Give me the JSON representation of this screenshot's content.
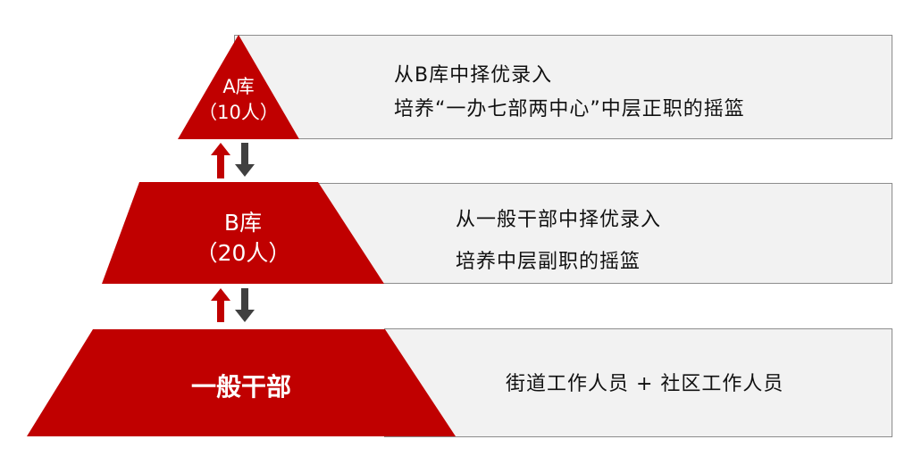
{
  "colors": {
    "tier": "#c00000",
    "panel_bg": "#f2f2f2",
    "panel_border": "#8c8c8c",
    "up_arrow": "#c00000",
    "down_arrow": "#404040"
  },
  "tiers": [
    {
      "title": "A库",
      "subtitle": "（10人）",
      "lines": [
        "从B库中择优录入",
        "培养“一办七部两中心”中层正职的摇篮"
      ]
    },
    {
      "title": "B库",
      "subtitle": "（20人）",
      "lines": [
        "从一般干部中择优录入",
        "培养中层副职的摇篮"
      ]
    },
    {
      "title": "一般干部",
      "subtitle": "",
      "lines": [
        "街道工作人员 + 社区工作人员"
      ]
    }
  ],
  "arrow_icons": [
    "up-arrow-icon",
    "down-arrow-icon"
  ]
}
